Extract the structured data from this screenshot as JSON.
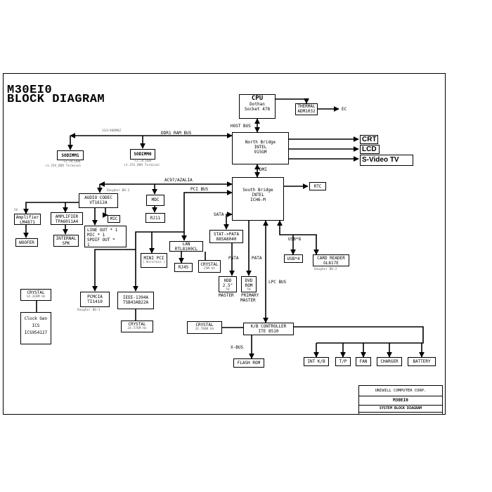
{
  "title": {
    "line1": "M30EI0",
    "line2": "BLOCK DIAGRAM"
  },
  "blocks": {
    "cpu": {
      "name": "CPU",
      "l1": "Dothan",
      "l2": "Socket 478"
    },
    "thermal": {
      "name": "THERMAL",
      "l1": "ADM1032"
    },
    "ec": "EC",
    "northbridge": {
      "l1": "North Bridge",
      "l2": "INTEL",
      "l3": "915GM"
    },
    "crt": "CRT",
    "lcd": "LCD",
    "svideo": "S-Video TV",
    "sodimm1": {
      "name": "SODIMM1",
      "sub1": "+2.5V_DDR",
      "sub2": "+1.25V_DDR Terminal"
    },
    "sodimm0": {
      "name": "SODIMM0",
      "sub1": "+2.5V_DDR",
      "sub2": "+1.25V_DDR Terminal"
    },
    "southbridge": {
      "l1": "South Bridge",
      "l2": "INTEL",
      "l3": "ICH6-M"
    },
    "rtc": "RTC",
    "audio_codec": {
      "l1": "AUDIO CODEC",
      "l2": "VT1612A"
    },
    "amp_left": {
      "l1": "Amplifier",
      "l2": "LM4871"
    },
    "amp_mid": {
      "l1": "AMPLIFIER",
      "l2": "TPA6011A4"
    },
    "woofer": "WOOFER",
    "internal_spk": {
      "l1": "INTERNAL",
      "l2": "SPK"
    },
    "line_out": {
      "l1": "LINE OUT * 1",
      "l2": "MIC * 1",
      "l3": "SPDIF OUT *",
      "l4": "1"
    },
    "mic": "MIC",
    "mdc": "MDC",
    "rj11": "RJ11",
    "mini_pci": {
      "l1": "MINI PCI",
      "l2": "( Wireless )"
    },
    "lan": {
      "l1": "LAN",
      "l2": "RTL8100CL"
    },
    "rj45": "RJ45",
    "crystal_lan": {
      "l1": "CRYSTAL",
      "l2": "25M Hz"
    },
    "sata_pata": {
      "l1": "STAT->PATA",
      "l2": "88SA8040"
    },
    "hdd": {
      "l1": "HDD",
      "l2": "2.5\"",
      "l3": "5V"
    },
    "dvd": {
      "l1": "DVD",
      "l2": "ROM",
      "l3": "5V"
    },
    "usb": "USB*4",
    "card_reader": {
      "l1": "CARD READER",
      "l2": "GL817E"
    },
    "pcmcia": {
      "l1": "PCMCIA",
      "l2": "TI1410"
    },
    "ieee": {
      "l1": "IEEE-1394A",
      "l2": "TSB43AB22A"
    },
    "crystal_ieee": {
      "l1": "CRYSTAL",
      "l2": "24.576M Hz"
    },
    "crystal_clk": {
      "l1": "CRYSTAL",
      "l2": "14.318M Hz"
    },
    "clock_gen": {
      "l1": "Clock Gen",
      "l2": "ICS",
      "l3": "ICS954127"
    },
    "crystal_kb": {
      "l1": "CRYSTAL",
      "l2": "32.768K Hz"
    },
    "kb_controller": {
      "l1": "K/B CONTROLLER",
      "l2": "ITE 8510"
    },
    "flash_rom": "FLASH ROM",
    "int_kb": "INT K/B",
    "tp": "T/P",
    "fan": "FAN",
    "charger": "CHARGER",
    "battery": "BATTERY"
  },
  "labels": {
    "host_bus": "HOST BUS",
    "mem_speed": "333/400MHZ",
    "ddr1_bus": "DDR1 RAM BUS",
    "dmi": "DMI",
    "ac97": "AC97/AZALIA",
    "daughter1": "Daugher BD-2",
    "pci_bus": "PCI BUS",
    "sata": "SATA",
    "pata1": "PATA",
    "pata2": "PATA",
    "master1": "MASTER",
    "primary_master": {
      "l1": "PRIMARY",
      "l2": "MASTER"
    },
    "usb8": "USB*8",
    "daughter2": "Daugher BD-2",
    "daughter3": "Daugher BD-3",
    "lpc_bus": "LPC BUS",
    "xbus": "X-BUS",
    "five_v": "5V"
  },
  "title_block": {
    "company": "UNIWILL COMPUTER CORP.",
    "model": "M30EI0",
    "sheet_title": "SYSTEM BLOCK DIAGRAM"
  }
}
